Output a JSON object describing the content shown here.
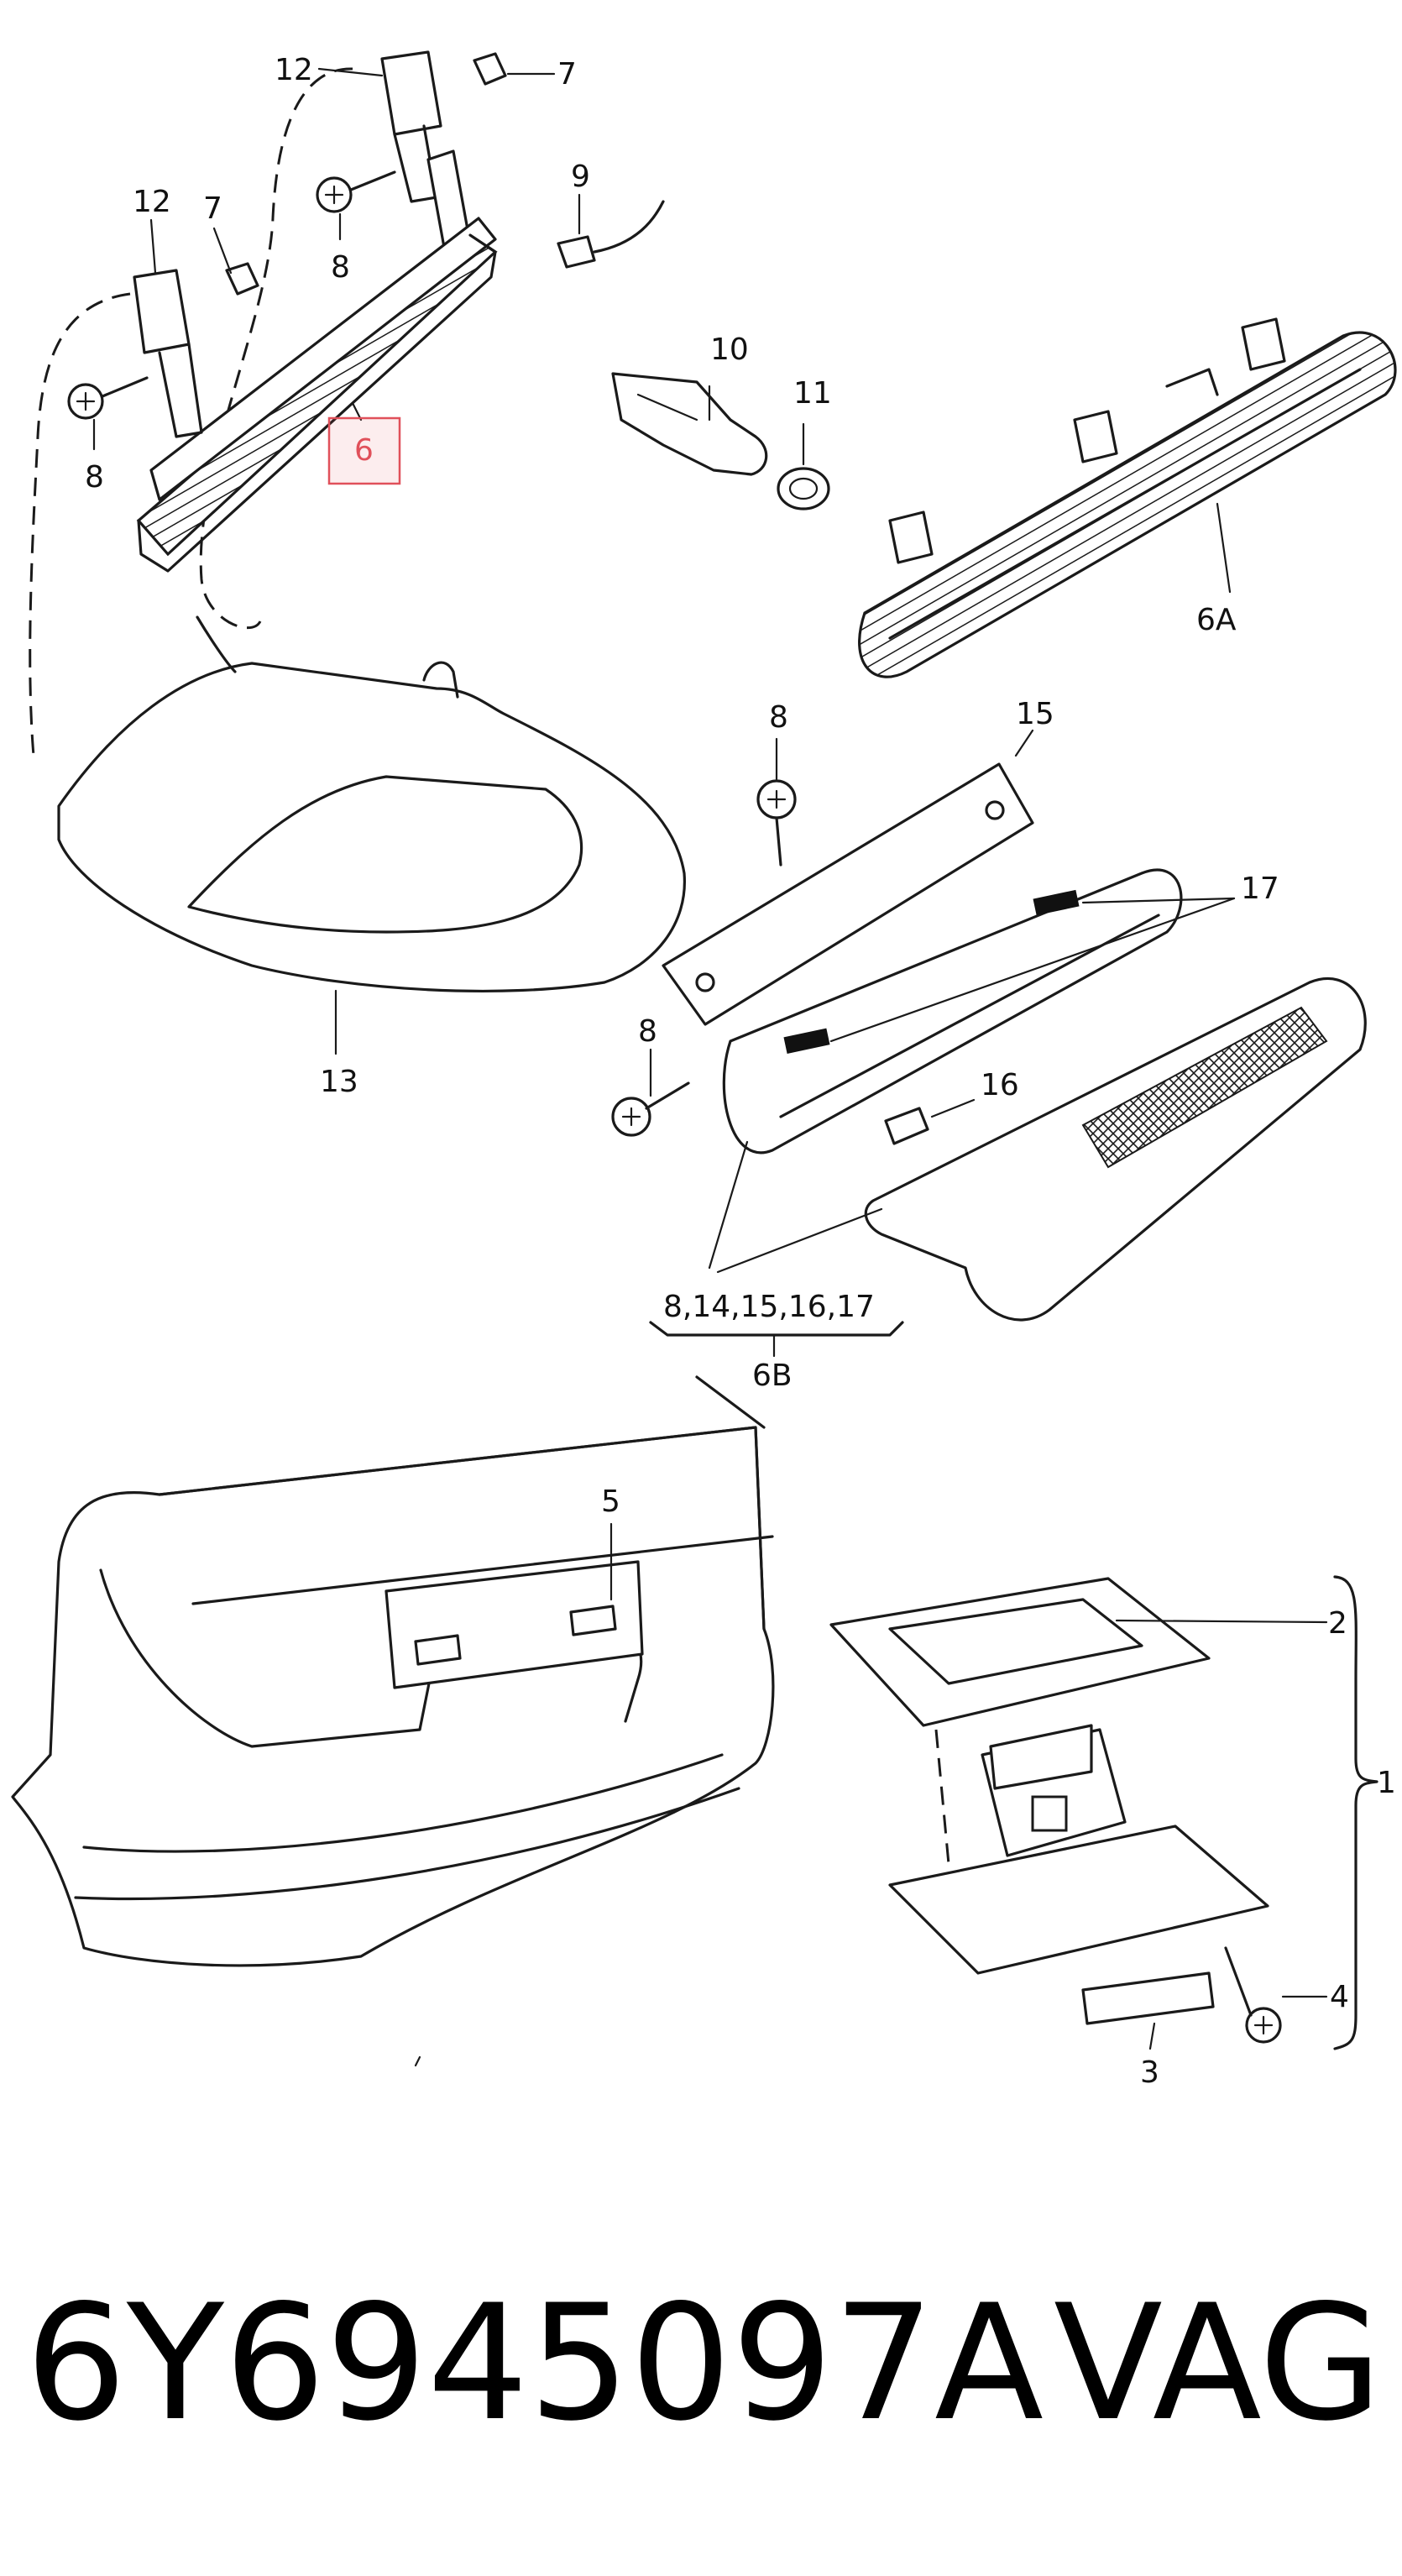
{
  "labels": {
    "l12a": "12",
    "l7a": "7",
    "l9": "9",
    "l12b": "12",
    "l7b": "7",
    "l8a": "8",
    "l8b": "8",
    "l6": "6",
    "l10": "10",
    "l11": "11",
    "l6A": "6A",
    "l13": "13",
    "l8c": "8",
    "l15": "15",
    "l17": "17",
    "l8d": "8",
    "l16": "16",
    "l6B_parts": "8,14,15,16,17",
    "l6B": "6B",
    "l5": "5",
    "l2": "2",
    "l1": "1",
    "l4": "4",
    "l3": "3"
  },
  "footer": {
    "part_number": "6Y6945097A",
    "brand": "VAG"
  },
  "highlight_color": "#e0505a"
}
